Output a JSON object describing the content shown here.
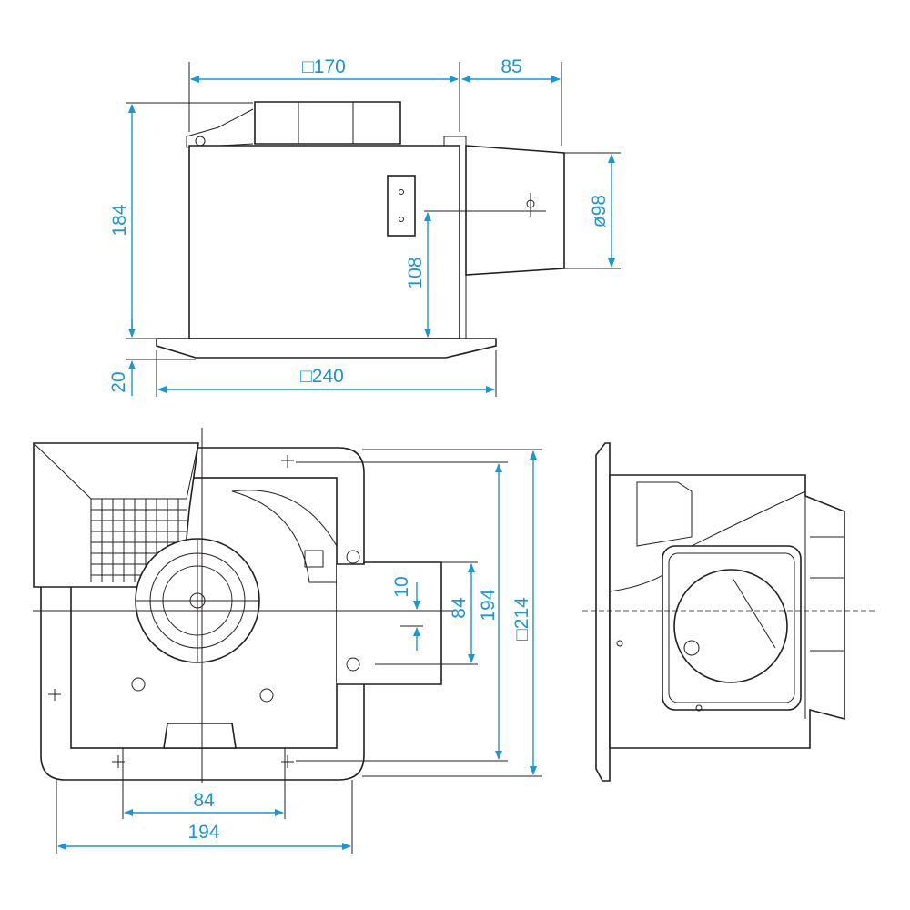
{
  "colors": {
    "dimension": "#1a96d4",
    "outline": "#231f20"
  },
  "top_view": {
    "width_top": "□170",
    "duct_length": "85",
    "height": "184",
    "duct_diameter": "ø98",
    "duct_center_height": "108",
    "grille_thickness": "20",
    "grille_width": "□240"
  },
  "plan_view": {
    "offset": "10",
    "duct_height": "84",
    "inner_height": "194",
    "panel_size": "□214",
    "bottom_inner": "84",
    "bottom_outer": "194"
  }
}
